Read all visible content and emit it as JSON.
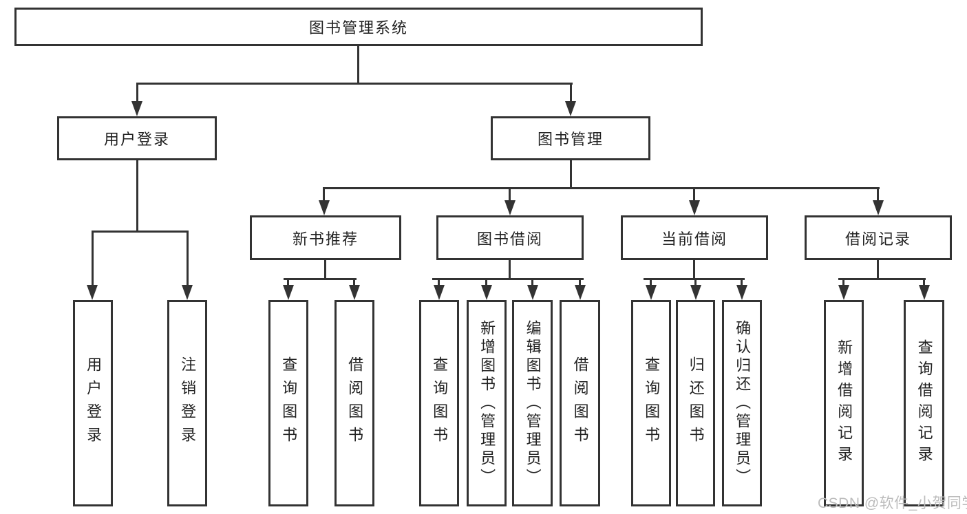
{
  "diagram": {
    "root": {
      "label": "图书管理系统"
    },
    "branches": [
      {
        "label": "用户登录",
        "children": [
          {
            "label": "用户登录"
          },
          {
            "label": "注销登录"
          }
        ]
      },
      {
        "label": "图书管理",
        "children": [
          {
            "label": "新书推荐",
            "children": [
              {
                "label": "查询图书"
              },
              {
                "label": "借阅图书"
              }
            ]
          },
          {
            "label": "图书借阅",
            "children": [
              {
                "label": "查询图书"
              },
              {
                "label": "新增图书（管理员）"
              },
              {
                "label": "编辑图书（管理员）"
              },
              {
                "label": "借阅图书"
              }
            ]
          },
          {
            "label": "当前借阅",
            "children": [
              {
                "label": "查询图书"
              },
              {
                "label": "归还图书"
              },
              {
                "label": "确认归还（管理员）"
              }
            ]
          },
          {
            "label": "借阅记录",
            "children": [
              {
                "label": "新增借阅记录"
              },
              {
                "label": "查询借阅记录"
              }
            ]
          }
        ]
      }
    ]
  },
  "watermark": {
    "text": "CSDN @软件_小贺同学"
  },
  "colors": {
    "line": "#333333",
    "box_border": "#333333",
    "box_fill": "#ffffff",
    "text": "#222222",
    "watermark": "#bcbcbc",
    "background": "#ffffff"
  }
}
